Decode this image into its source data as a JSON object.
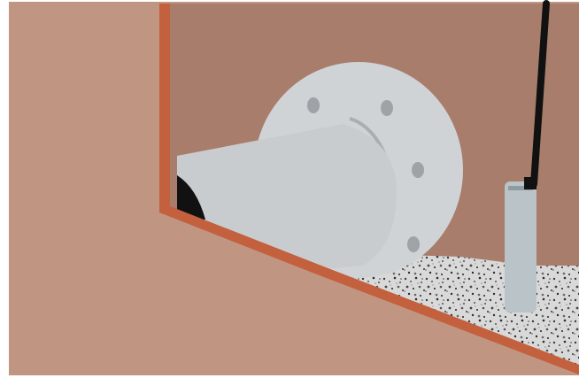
{
  "illustration": {
    "subject": "",
    "colors": {
      "background_white": "#ffffff",
      "wall_outer": "#c09682",
      "chamber_interior": "#a87d6c",
      "chamber_rim": "#c3603e",
      "flange_face": "#d0d3d5",
      "flange_shadow_arc": "#a9aeb2",
      "bolt_head": "#9ea3a8",
      "pipe_body": "#c9ccce",
      "pipe_opening": "#111111",
      "gravel_base": "#d9d9d9",
      "gravel_dark": "#3a3a3a",
      "sensor_tube": "#b9c3c8",
      "sensor_cable": "#111111"
    },
    "icons": [
      "flange-bolt",
      "pipe-outlet",
      "level-sensor",
      "gravel-bed"
    ]
  }
}
